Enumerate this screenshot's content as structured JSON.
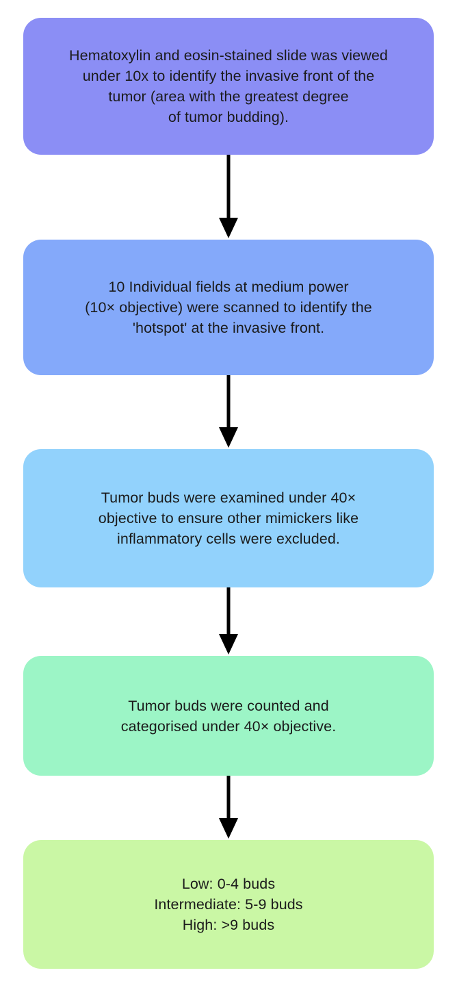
{
  "figure": {
    "type": "flowchart",
    "orientation": "vertical",
    "background_color": "#ffffff",
    "text_color": "#1b1b1b"
  },
  "nodes": [
    {
      "id": "node-1",
      "order": 1,
      "name": "identify-invasive-front",
      "fill_color": "#8b8ef5",
      "text": "Hematoxylin and eosin-stained slide was viewed\nunder 10x to identify the invasive front of the\ntumor (area with the greatest degree\nof tumor budding)."
    },
    {
      "id": "node-2",
      "order": 2,
      "name": "scan-hotspot",
      "fill_color": "#84a9fa",
      "text": "10 Individual fields at medium power\n(10× objective) were scanned to identify the\n'hotspot' at the invasive front."
    },
    {
      "id": "node-3",
      "order": 3,
      "name": "exclude-mimickers",
      "fill_color": "#92d2fc",
      "text": "Tumor buds were examined under 40×\nobjective to ensure other mimickers like\ninflammatory cells were excluded."
    },
    {
      "id": "node-4",
      "order": 4,
      "name": "count-and-categorise",
      "fill_color": "#9cf5c6",
      "text": "Tumor buds were counted and\ncategorised under 40× objective."
    },
    {
      "id": "node-5",
      "order": 5,
      "name": "grading-categories",
      "fill_color": "#caf7a5",
      "text": "Low: 0-4 buds\nIntermediate: 5-9 buds\nHigh: >9 buds"
    }
  ],
  "connectors": [
    {
      "id": "conn-1",
      "name": "arrow-node1-to-node2",
      "from": "node-1",
      "to": "node-2",
      "color": "#000000"
    },
    {
      "id": "conn-2",
      "name": "arrow-node2-to-node3",
      "from": "node-2",
      "to": "node-3",
      "color": "#000000"
    },
    {
      "id": "conn-3",
      "name": "arrow-node3-to-node4",
      "from": "node-3",
      "to": "node-4",
      "color": "#000000"
    },
    {
      "id": "conn-4",
      "name": "arrow-node4-to-node5",
      "from": "node-4",
      "to": "node-5",
      "color": "#000000"
    }
  ]
}
